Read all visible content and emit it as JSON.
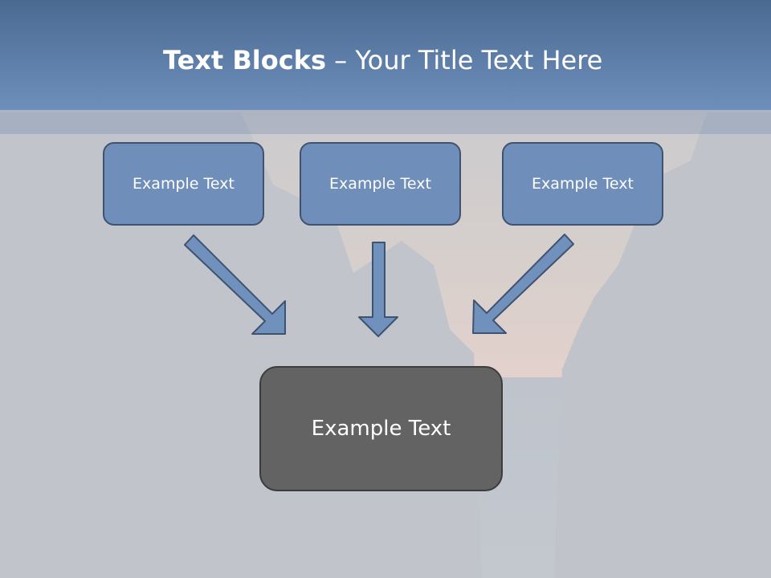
{
  "slide": {
    "title_bold": "Text Blocks",
    "title_rest": " – Your Title Text Here"
  },
  "blocks": [
    {
      "label": "Example Text"
    },
    {
      "label": "Example Text"
    },
    {
      "label": "Example Text"
    }
  ],
  "result": {
    "label": "Example Text"
  },
  "colors": {
    "header": "#5b7ba6",
    "block_fill": "#6f8fba",
    "block_border": "#3f5270",
    "result_fill": "#636363",
    "arrow_fill": "#7191bd"
  }
}
